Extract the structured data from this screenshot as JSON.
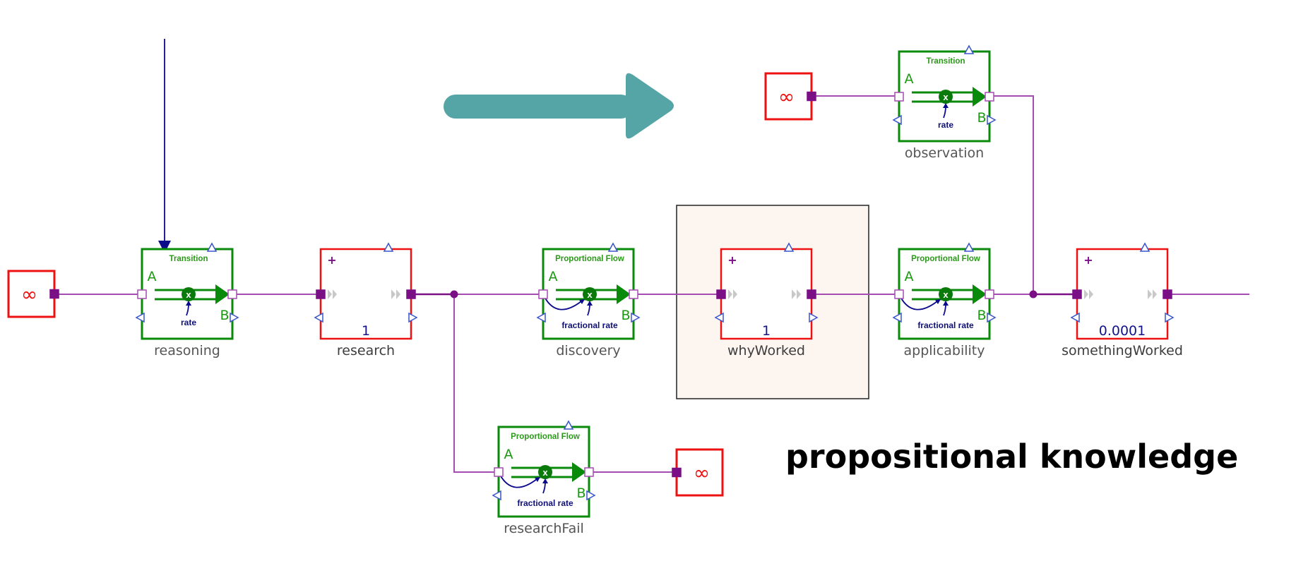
{
  "diagram": {
    "title_caption": "propositional knowledge",
    "colors": {
      "flow_block": "#0a8a0a",
      "stock_block": "#ee1111",
      "wire": "#a54cb2",
      "port_filled": "#7a0f86",
      "signal": "#0a0a8a",
      "teal_arrow": "#55a5a6",
      "highlight_fill": "#fdf5f0"
    },
    "sources": [
      {
        "id": "source-reasoning",
        "symbol": "∞"
      },
      {
        "id": "source-observation",
        "symbol": "∞"
      },
      {
        "id": "sink-researchfail",
        "symbol": "∞"
      }
    ],
    "flows": [
      {
        "id": "reasoning",
        "name": "reasoning",
        "type": "Transition",
        "port_a": "A",
        "port_b": "B",
        "param": "rate"
      },
      {
        "id": "discovery",
        "name": "discovery",
        "type": "Proportional Flow",
        "port_a": "A",
        "port_b": "B",
        "param": "fractional rate"
      },
      {
        "id": "applicability",
        "name": "applicability",
        "type": "Proportional Flow",
        "port_a": "A",
        "port_b": "B",
        "param": "fractional rate"
      },
      {
        "id": "observation",
        "name": "observation",
        "type": "Transition",
        "port_a": "A",
        "port_b": "B",
        "param": "rate"
      },
      {
        "id": "researchFail",
        "name": "researchFail",
        "type": "Proportional Flow",
        "port_a": "A",
        "port_b": "B",
        "param": "fractional rate"
      }
    ],
    "stocks": [
      {
        "id": "research",
        "name": "research",
        "value": "1",
        "sign": "+"
      },
      {
        "id": "whyWorked",
        "name": "whyWorked",
        "value": "1",
        "sign": "+",
        "highlighted": true
      },
      {
        "id": "somethingWorked",
        "name": "somethingWorked",
        "value": "0.0001",
        "sign": "+"
      }
    ]
  }
}
